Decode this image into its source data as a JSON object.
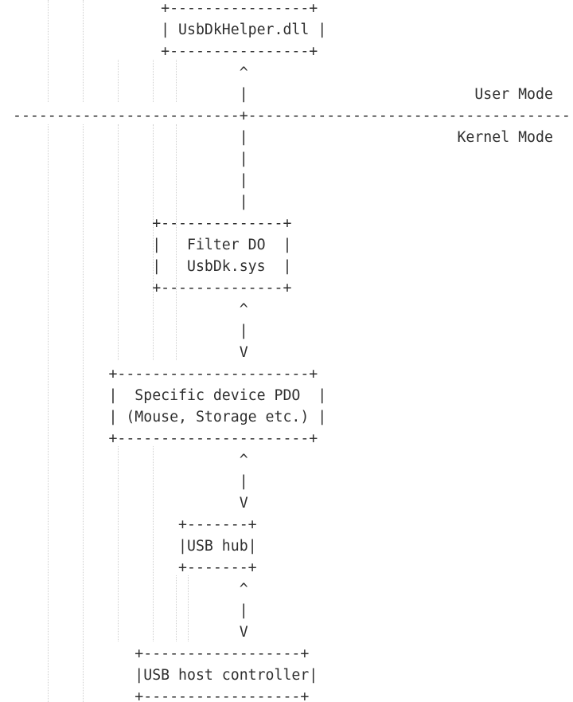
{
  "diagram": {
    "lines": [
      "                 +----------------+",
      "                 | UsbDkHelper.dll |",
      "                 +----------------+",
      "                          ^",
      "                          |                          User Mode",
      "--------------------------+-------------------------------------",
      "                          |                        Kernel Mode",
      "                          |",
      "                          |",
      "                          |",
      "                +--------------+",
      "                |   Filter DO  |",
      "                |   UsbDk.sys  |",
      "                +--------------+",
      "                          ^",
      "                          |",
      "                          V",
      "           +----------------------+",
      "           |  Specific device PDO  |",
      "           | (Mouse, Storage etc.) |",
      "           +----------------------+",
      "                          ^",
      "                          |",
      "                          V",
      "                   +-------+",
      "                   |USB hub|",
      "                   +-------+",
      "                          ^",
      "                          |",
      "                          V",
      "              +------------------+",
      "              |USB host controller|",
      "              +------------------+"
    ]
  }
}
